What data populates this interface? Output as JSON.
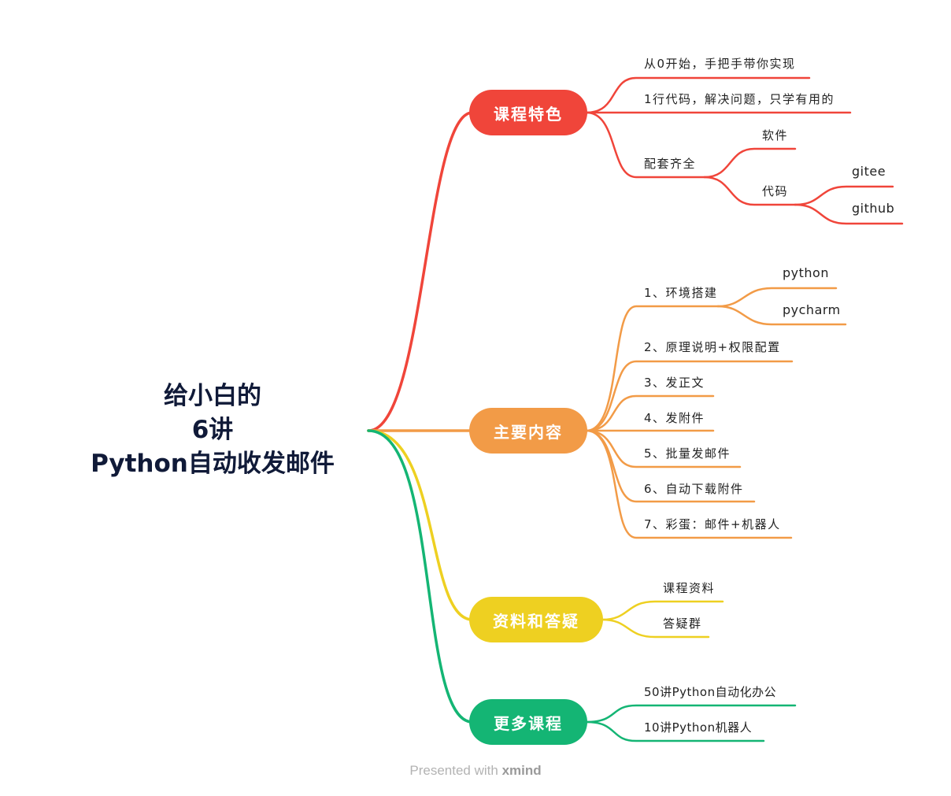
{
  "root": {
    "lines": [
      "给小白的",
      "6讲",
      "Python自动收发邮件"
    ]
  },
  "colors": {
    "features": "#f0453a",
    "content": "#f29b47",
    "materials": "#eed021",
    "more": "#14b574",
    "root_text": "#101a38"
  },
  "branches": {
    "features": {
      "label": "课程特色",
      "items": {
        "start_zero": "从0开始，手把手带你实现",
        "one_line": "1行代码，解决问题，只学有用的",
        "complete": "配套齐全",
        "software": "软件",
        "code": "代码",
        "gitee": "gitee",
        "github": "github"
      }
    },
    "content": {
      "label": "主要内容",
      "items": {
        "env": "1、环境搭建",
        "python": "python",
        "pycharm": "pycharm",
        "principle": "2、原理说明+权限配置",
        "send_text": "3、发正文",
        "attach": "4、发附件",
        "batch": "5、批量发邮件",
        "download": "6、自动下载附件",
        "easter": "7、彩蛋：邮件+机器人"
      }
    },
    "materials": {
      "label": "资料和答疑",
      "items": {
        "docs": "课程资料",
        "qa": "答疑群"
      }
    },
    "more": {
      "label": "更多课程",
      "items": {
        "office": "50讲Python自动化办公",
        "robot": "10讲Python机器人"
      }
    }
  },
  "footer": {
    "presented": "Presented with",
    "brand": "xmind"
  }
}
